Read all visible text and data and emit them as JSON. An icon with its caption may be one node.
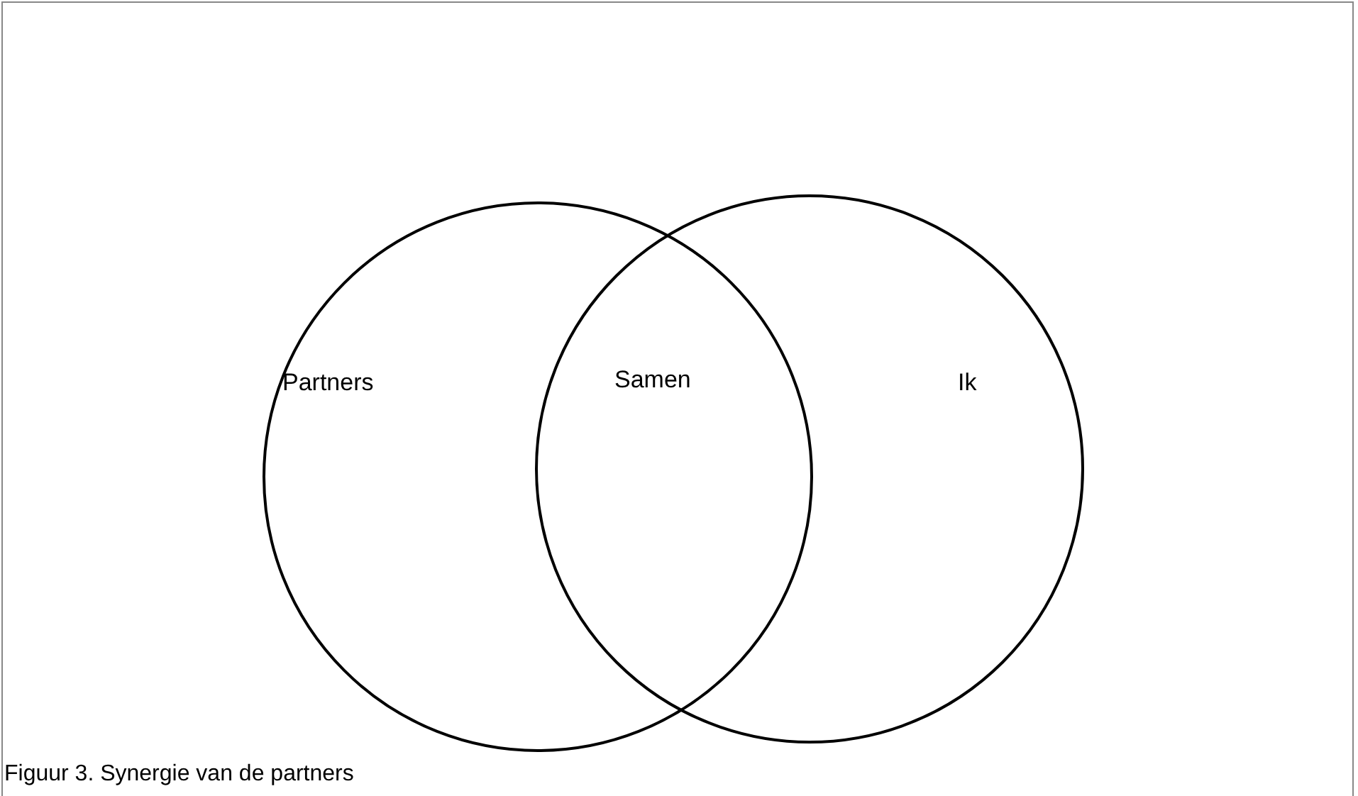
{
  "diagram": {
    "caption": "Figuur 3. Synergie van de partners",
    "nodes": [
      {
        "text": [
          "Partners"
        ]
      },
      {
        "text": [
          "Ik"
        ]
      }
    ],
    "edges": [],
    "labels": [
      "Samen"
    ]
  }
}
